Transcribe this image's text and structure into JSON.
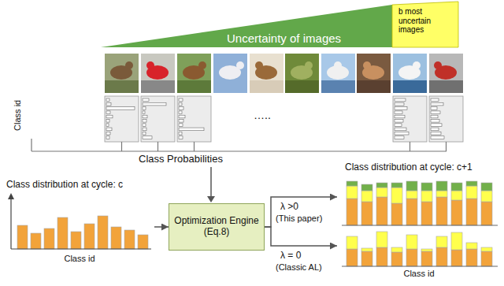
{
  "diagram": {
    "nodes": [
      {
        "text": [
          "Uncertainty of images"
        ]
      },
      {
        "text": [
          "b most uncertain images"
        ]
      },
      {
        "text": [
          "Class distribution at cycle: c",
          "Class id"
        ]
      },
      {
        "text": [
          "Optimization Engine (Eq.8)"
        ]
      },
      {
        "text": [
          "Class distribution at cycle: c+1"
        ]
      },
      {
        "text": [
          "Class id"
        ]
      }
    ],
    "edges": [
      {
        "from": 2,
        "to": 3,
        "arrow": "to"
      },
      {
        "from": 3,
        "to": 4,
        "arrow": "to"
      },
      {
        "from": 3,
        "to": 5,
        "arrow": "to"
      }
    ],
    "labels": [
      "Class id",
      "…..",
      "Class Probabilities",
      "λ >0",
      "(This paper)",
      "λ = 0",
      "(Classic AL)"
    ]
  }
}
